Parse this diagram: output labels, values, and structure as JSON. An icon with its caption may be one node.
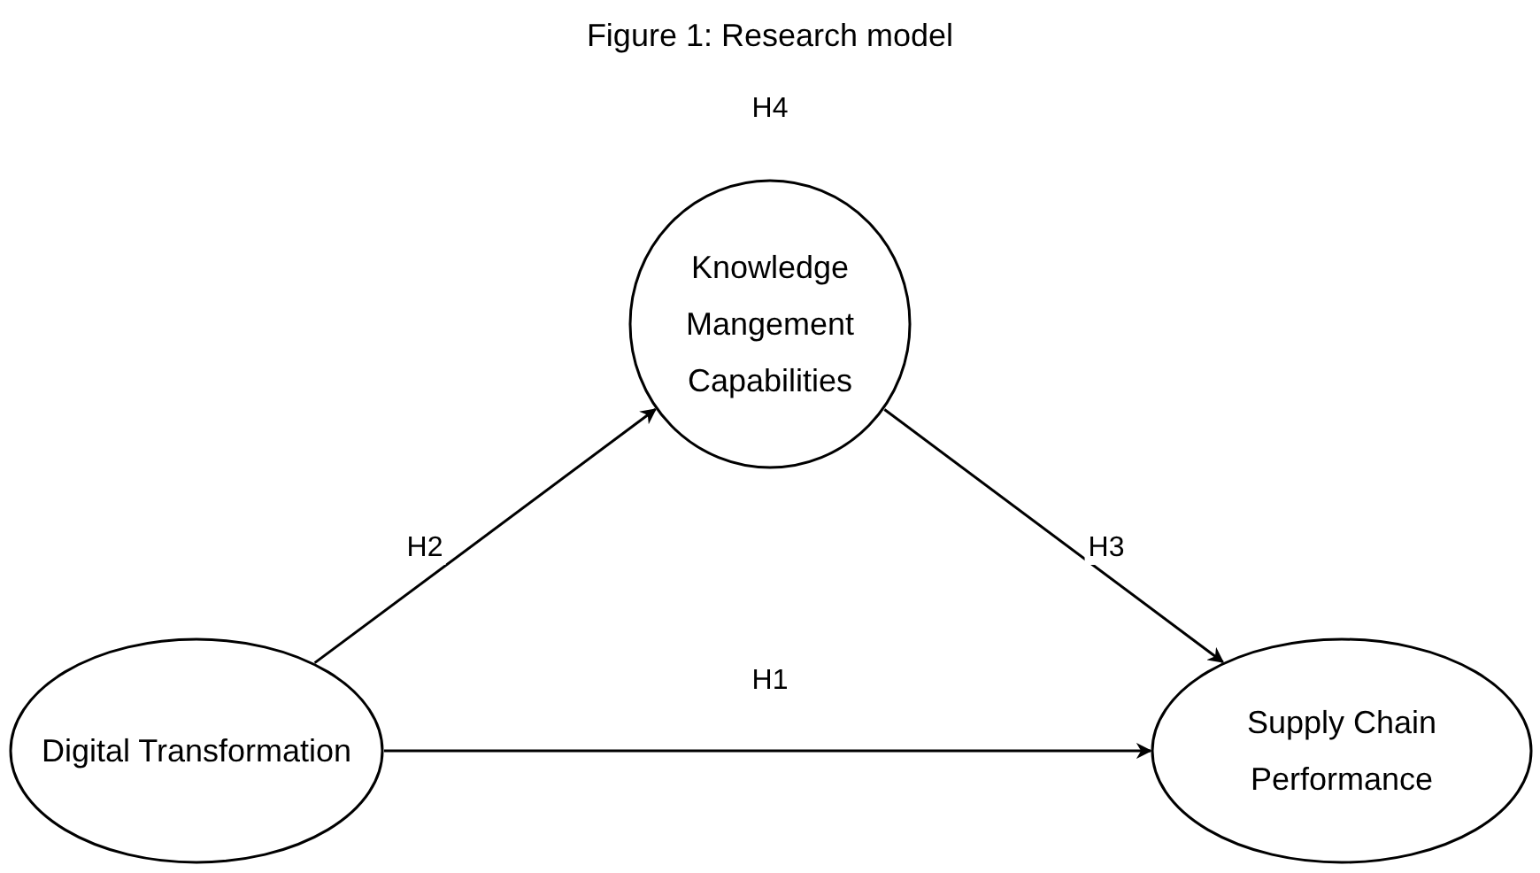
{
  "diagram": {
    "title": "Figure 1: Research model",
    "nodes": [
      {
        "text": [
          "Knowledge Mangement Capabilities"
        ]
      },
      {
        "text": [
          "Digital Transformation"
        ]
      },
      {
        "text": [
          "Supply Chain Performance"
        ]
      }
    ],
    "edges": [
      {
        "from": 1,
        "to": 0,
        "arrow": "to",
        "label": "H2"
      },
      {
        "from": 0,
        "to": 2,
        "arrow": "to",
        "label": "H3"
      },
      {
        "from": 1,
        "to": 2,
        "arrow": "to",
        "label": "H1"
      }
    ],
    "labels": [
      "H4"
    ]
  }
}
